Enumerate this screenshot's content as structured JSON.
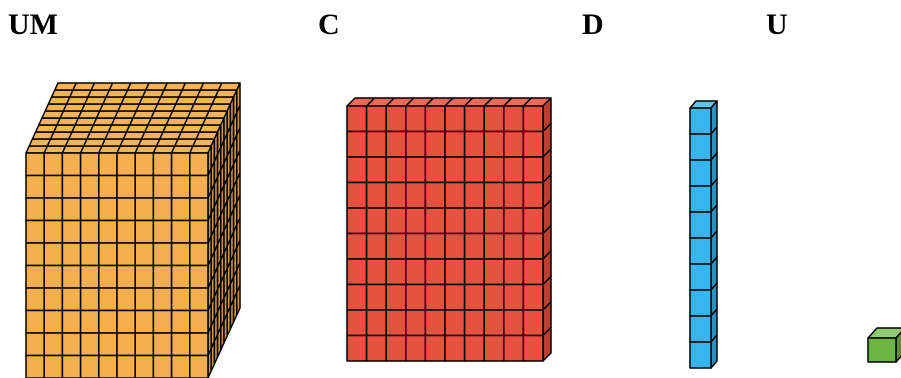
{
  "labels": {
    "um": "UM",
    "c": "C",
    "d": "D",
    "u": "U"
  },
  "blocks": {
    "thousand_cube": {
      "color": "#F4B04E",
      "grid": 10
    },
    "hundred_flat": {
      "color": "#E8503F",
      "grid": 10
    },
    "ten_rod": {
      "color": "#35B6EC",
      "grid": 10
    },
    "unit_cube": {
      "color": "#6BB545",
      "grid": 1
    }
  }
}
